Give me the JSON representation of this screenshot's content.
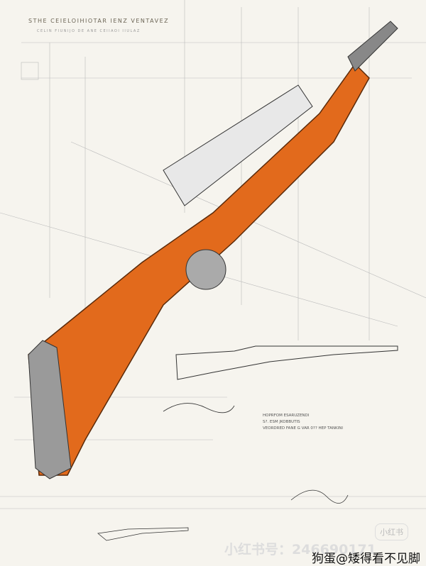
{
  "header": {
    "title": "STHE CEIELOIHIOTAR IENZ VENTAVEZ",
    "subtitle": "CELIN FIUNIJO DE ANE CEIIAOI IIULAZ"
  },
  "notes": [
    "HOPRFOM ESARUZENDI",
    "S?. ESM JKOBBUTIS",
    "VEORDRED FANE G VAR 0?? HEP TANKINI"
  ],
  "watermark": "小红书号：246690171",
  "badge": "小红书",
  "credit": "狗蛋@矮得看不见脚",
  "colors": {
    "stock": "#e26a1c",
    "metal": "#d8d8d8",
    "paper": "#f6f4ee",
    "ink": "#555555"
  }
}
